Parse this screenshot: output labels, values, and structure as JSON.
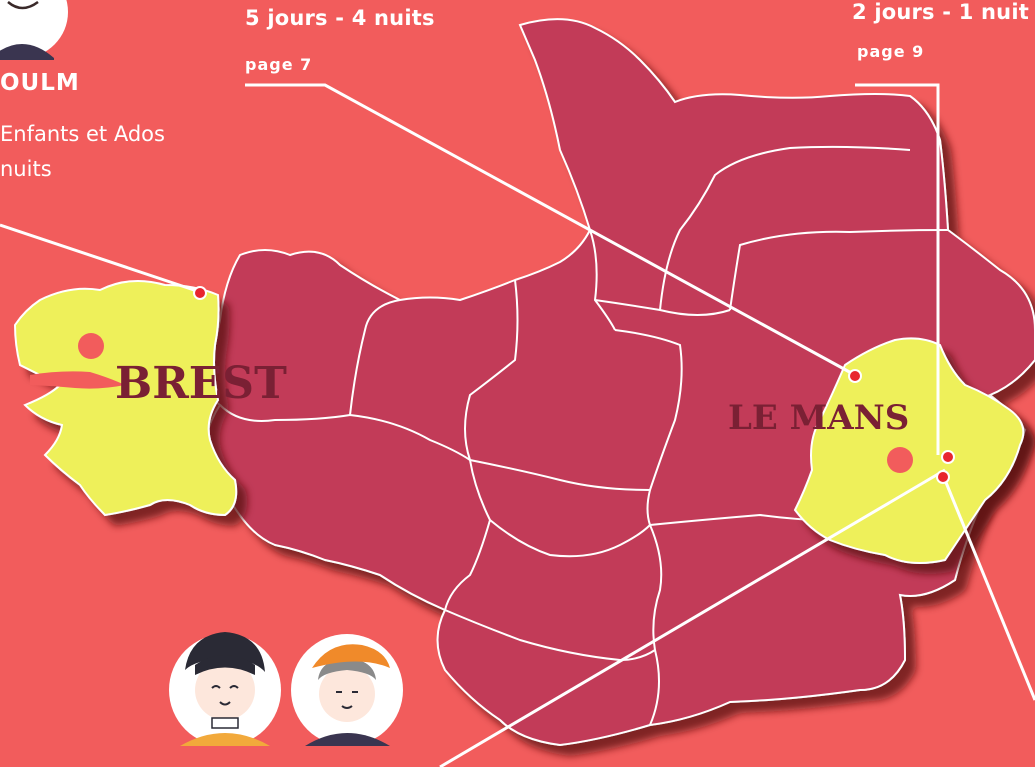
{
  "city_labels": {
    "brest": "BREST",
    "le_mans": "LE MANS"
  },
  "callouts": {
    "left_top": {
      "duration": "5 jours - 4 nuits",
      "page": "page 7"
    },
    "right_top": {
      "duration": "2 jours - 1 nuit",
      "page": "page 9"
    }
  },
  "accommodation": {
    "title": "OULM",
    "line1": "Enfants et Ados",
    "line2": "nuits"
  },
  "colors": {
    "background": "#f25c5c",
    "region_fill": "#c23a58",
    "highlight_fill": "#eef05a",
    "border": "#ffffff",
    "marker": "#e8262e",
    "city_label": "#7a2034"
  }
}
